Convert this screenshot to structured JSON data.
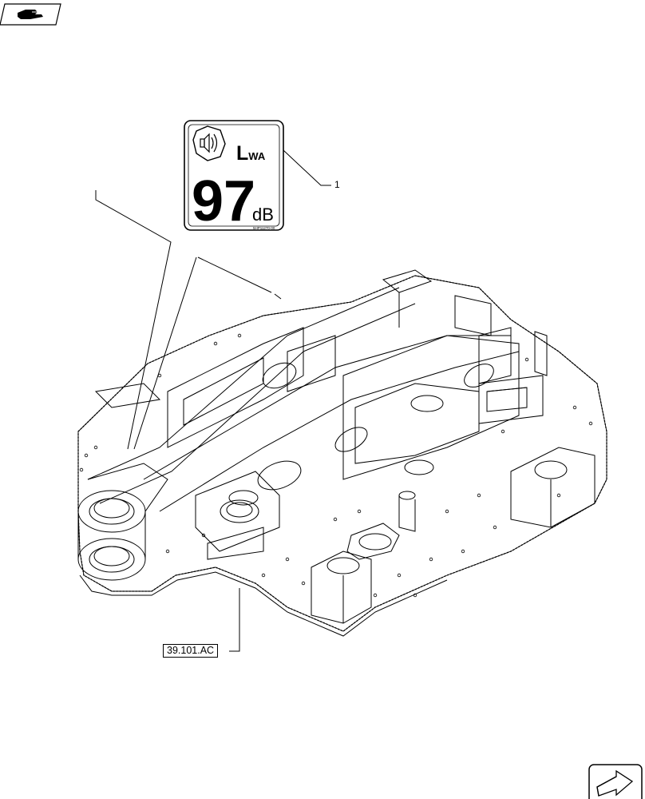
{
  "label": {
    "lwa_text": "L",
    "lwa_sub": "WA",
    "level_value": "97",
    "level_unit": "dB",
    "part_code": "5HP11270-00"
  },
  "callouts": {
    "item_number": "1",
    "reference": "39.101.AC"
  },
  "icons": {
    "top_left": "pointing-hand-icon",
    "bottom_right": "next-page-arrow-icon"
  }
}
